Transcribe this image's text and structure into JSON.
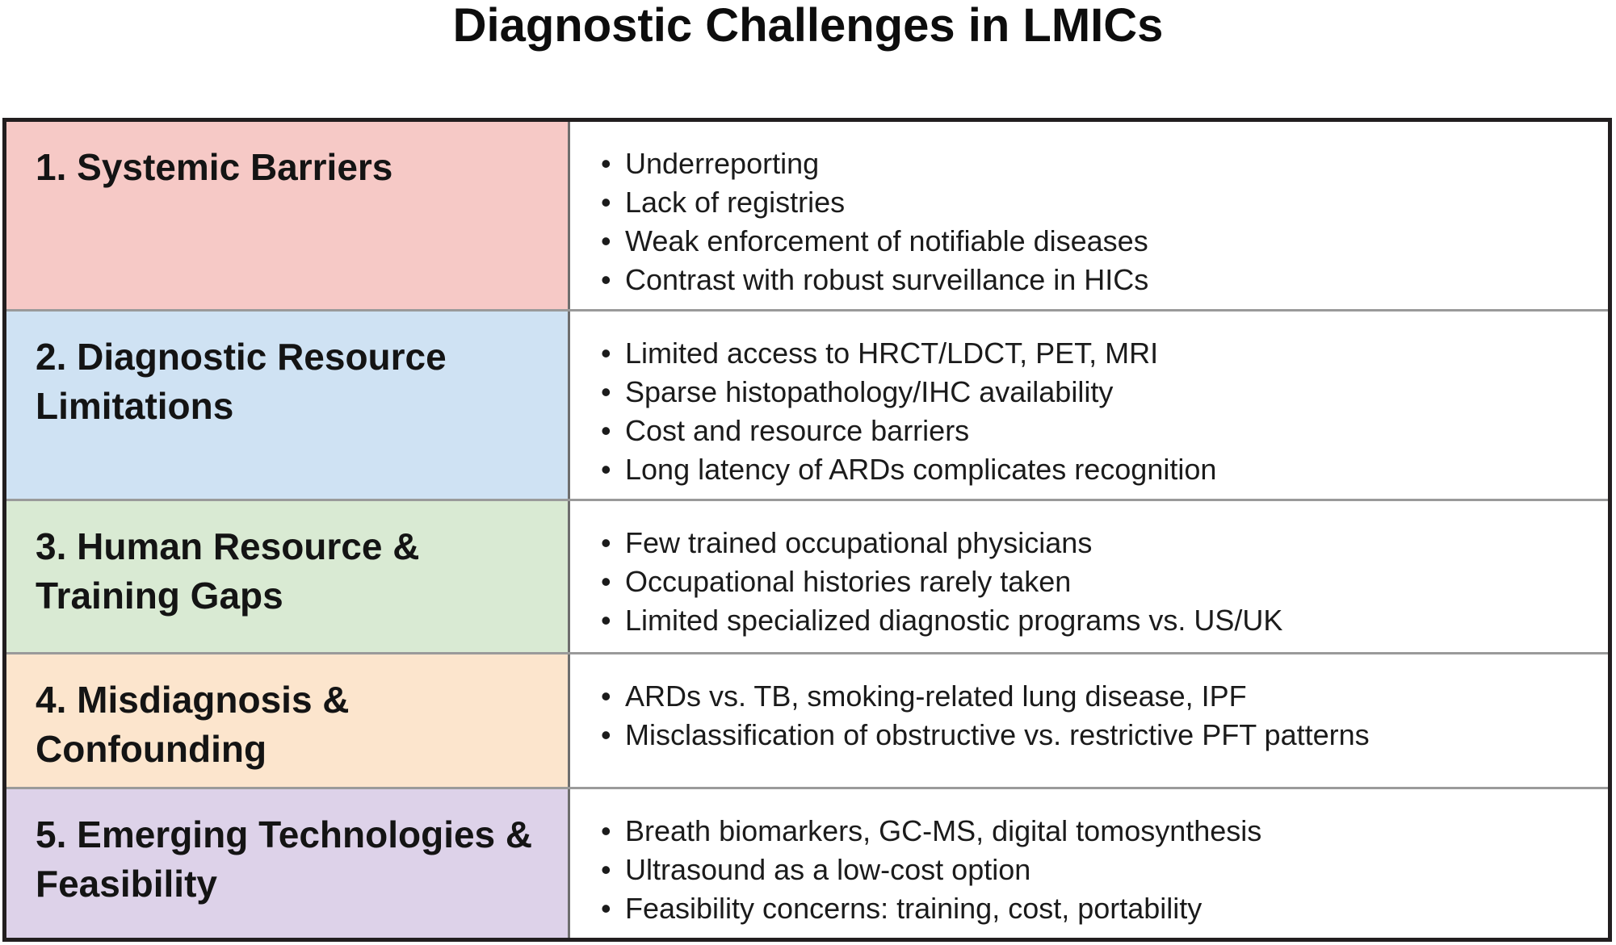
{
  "title": "Diagnostic Challenges in LMICs",
  "table": {
    "rows": [
      {
        "title": "1. Systemic Barriers",
        "color": "#f6c9c6",
        "bullets": [
          "Underreporting",
          "Lack of registries",
          "Weak enforcement of notifiable diseases",
          "Contrast with robust surveillance in HICs"
        ]
      },
      {
        "title": "2. Diagnostic Resource Limitations",
        "color": "#cfe2f3",
        "bullets": [
          "Limited access to HRCT/LDCT, PET, MRI",
          "Sparse histopathology/IHC availability",
          "Cost and resource barriers",
          "Long latency of ARDs complicates recognition"
        ]
      },
      {
        "title": "3. Human Resource & Training Gaps",
        "color": "#d9ead3",
        "bullets": [
          "Few trained occupational physicians",
          "Occupational histories rarely taken",
          "Limited specialized diagnostic programs vs. US/UK"
        ]
      },
      {
        "title": "4. Misdiagnosis & Confounding",
        "color": "#fce5cd",
        "bullets": [
          "ARDs vs. TB, smoking-related lung disease, IPF",
          "Misclassification of obstructive vs. restrictive PFT patterns"
        ]
      },
      {
        "title": "5. Emerging Technologies & Feasibility",
        "color": "#ddd2e9",
        "bullets": [
          "Breath biomarkers, GC-MS, digital tomosynthesis",
          "Ultrasound as a low-cost option",
          "Feasibility concerns: training, cost, portability"
        ]
      }
    ]
  }
}
